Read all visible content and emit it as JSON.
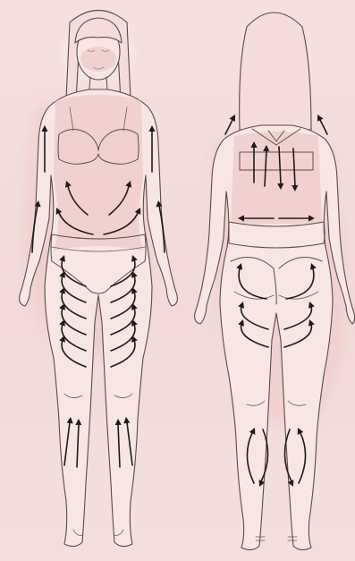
{
  "figures": [
    {
      "id": "front-figure",
      "view": "front"
    },
    {
      "id": "back-figure",
      "view": "back"
    }
  ],
  "arrow_style": {
    "color": "#1e1a1a"
  },
  "highlight_color": "#e9b8b9",
  "background_color": "#f3dedd"
}
